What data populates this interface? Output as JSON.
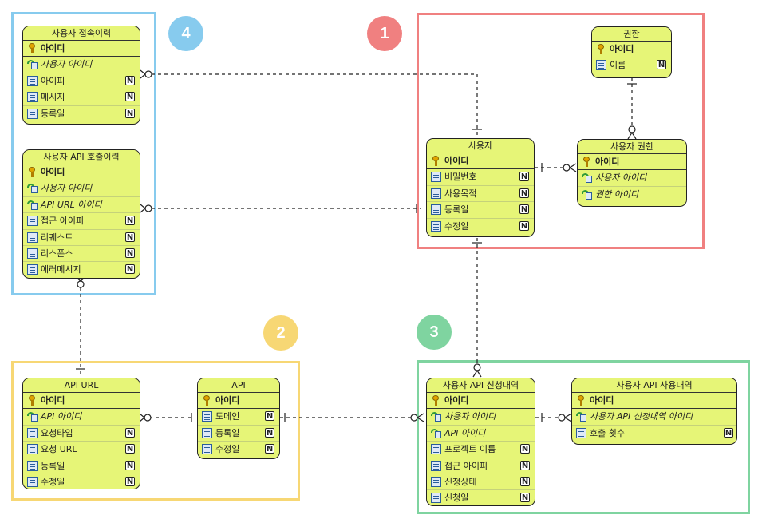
{
  "groups": [
    {
      "id": "g1",
      "badge": "1",
      "color": "#f08080"
    },
    {
      "id": "g2",
      "badge": "2",
      "color": "#f7d774"
    },
    {
      "id": "g3",
      "badge": "3",
      "color": "#7fd4a0"
    },
    {
      "id": "g4",
      "badge": "4",
      "color": "#87cbee"
    }
  ],
  "entities": {
    "user": {
      "title": "사용자",
      "rows": [
        {
          "label": "아이디",
          "kind": "pk",
          "null": ""
        },
        {
          "label": "비밀번호",
          "kind": "col",
          "null": "N"
        },
        {
          "label": "사용목적",
          "kind": "col",
          "null": "N"
        },
        {
          "label": "등록일",
          "kind": "col",
          "null": "N"
        },
        {
          "label": "수정일",
          "kind": "col",
          "null": "N"
        }
      ]
    },
    "role": {
      "title": "권한",
      "rows": [
        {
          "label": "아이디",
          "kind": "pk",
          "null": ""
        },
        {
          "label": "이름",
          "kind": "col",
          "null": "N"
        }
      ]
    },
    "user_role": {
      "title": "사용자 권한",
      "rows": [
        {
          "label": "아이디",
          "kind": "pk",
          "null": ""
        },
        {
          "label": "사용자 아이디",
          "kind": "fk",
          "null": ""
        },
        {
          "label": "권한 아이디",
          "kind": "fk",
          "null": ""
        }
      ]
    },
    "access_log": {
      "title": "사용자 접속이력",
      "rows": [
        {
          "label": "아이디",
          "kind": "pk",
          "null": ""
        },
        {
          "label": "사용자 아이디",
          "kind": "fk",
          "null": ""
        },
        {
          "label": "아이피",
          "kind": "col",
          "null": "N"
        },
        {
          "label": "메시지",
          "kind": "col",
          "null": "N"
        },
        {
          "label": "등록일",
          "kind": "col",
          "null": "N"
        }
      ]
    },
    "api_call_log": {
      "title": "사용자 API 호출이력",
      "rows": [
        {
          "label": "아이디",
          "kind": "pk",
          "null": ""
        },
        {
          "label": "사용자 아이디",
          "kind": "fk",
          "null": ""
        },
        {
          "label": "API URL 아이디",
          "kind": "fk",
          "null": ""
        },
        {
          "label": "접근 아이피",
          "kind": "col",
          "null": "N"
        },
        {
          "label": "리퀘스트",
          "kind": "col",
          "null": "N"
        },
        {
          "label": "리스폰스",
          "kind": "col",
          "null": "N"
        },
        {
          "label": "에러메시지",
          "kind": "col",
          "null": "N"
        }
      ]
    },
    "api_url": {
      "title": "API URL",
      "rows": [
        {
          "label": "아이디",
          "kind": "pk",
          "null": ""
        },
        {
          "label": "API 아이디",
          "kind": "fk",
          "null": ""
        },
        {
          "label": "요청타입",
          "kind": "col",
          "null": "N"
        },
        {
          "label": "요청 URL",
          "kind": "col",
          "null": "N"
        },
        {
          "label": "등록일",
          "kind": "col",
          "null": "N"
        },
        {
          "label": "수정일",
          "kind": "col",
          "null": "N"
        }
      ]
    },
    "api": {
      "title": "API",
      "rows": [
        {
          "label": "아이디",
          "kind": "pk",
          "null": ""
        },
        {
          "label": "도메인",
          "kind": "col",
          "null": "N"
        },
        {
          "label": "등록일",
          "kind": "col",
          "null": "N"
        },
        {
          "label": "수정일",
          "kind": "col",
          "null": "N"
        }
      ]
    },
    "api_request": {
      "title": "사용자 API 신청내역",
      "rows": [
        {
          "label": "아이디",
          "kind": "pk",
          "null": ""
        },
        {
          "label": "사용자 아이디",
          "kind": "fk",
          "null": ""
        },
        {
          "label": "API 아이디",
          "kind": "fk",
          "null": ""
        },
        {
          "label": "프로젝트 이름",
          "kind": "col",
          "null": "N"
        },
        {
          "label": "접근 아이피",
          "kind": "col",
          "null": "N"
        },
        {
          "label": "신청상태",
          "kind": "col",
          "null": "N"
        },
        {
          "label": "신청일",
          "kind": "col",
          "null": "N"
        }
      ]
    },
    "api_usage": {
      "title": "사용자 API 사용내역",
      "rows": [
        {
          "label": "아이디",
          "kind": "pk",
          "null": ""
        },
        {
          "label": "사용자 API 신청내역 아이디",
          "kind": "fk",
          "null": ""
        },
        {
          "label": "호출 횟수",
          "kind": "col",
          "null": "N"
        }
      ]
    }
  },
  "relationships": [
    {
      "from": "access_log",
      "to": "user",
      "many_side": "access_log"
    },
    {
      "from": "api_call_log",
      "to": "user",
      "many_side": "api_call_log"
    },
    {
      "from": "api_call_log",
      "to": "api_url",
      "many_side": "api_call_log"
    },
    {
      "from": "role",
      "to": "user_role",
      "many_side": "user_role"
    },
    {
      "from": "user",
      "to": "user_role",
      "many_side": "user_role"
    },
    {
      "from": "user",
      "to": "api_request",
      "many_side": "api_request"
    },
    {
      "from": "api_url",
      "to": "api",
      "many_side": "api_url"
    },
    {
      "from": "api",
      "to": "api_request",
      "many_side": "api_request"
    },
    {
      "from": "api_request",
      "to": "api_usage",
      "many_side": "api_usage"
    }
  ]
}
